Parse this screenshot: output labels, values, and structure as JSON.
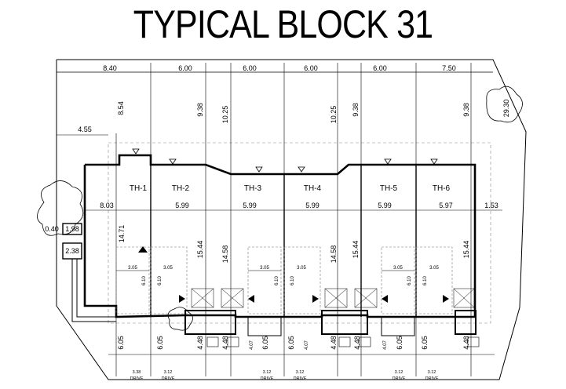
{
  "title": "TYPICAL BLOCK 31",
  "top_dimensions": [
    "8.40",
    "6.00",
    "6.00",
    "6.00",
    "6.00",
    "7.50"
  ],
  "vertical_dims_top": [
    "8.54",
    "9.38",
    "10.25",
    "10.25",
    "9.38",
    "9.38"
  ],
  "setback_left": "4.55",
  "site_dim_right": "29.30",
  "units": [
    "TH-1",
    "TH-2",
    "TH-3",
    "TH-4",
    "TH-5",
    "TH-6"
  ],
  "unit_widths": [
    "8.03",
    "5.99",
    "5.99",
    "5.99",
    "5.99",
    "5.97",
    "1.53"
  ],
  "unit_depths": [
    "14.71",
    "15.44",
    "14.58",
    "14.58",
    "15.44",
    "15.44"
  ],
  "side_dims": [
    "0.40",
    "1.98",
    "2.38"
  ],
  "parking_width": "3.05",
  "parking_depth": "6.10",
  "bottom_depths": [
    "6.05",
    "6.05",
    "4.48",
    "4.48",
    "6.05",
    "6.05",
    "4.48",
    "4.48",
    "6.05",
    "6.05",
    "4.48"
  ],
  "bottom_small": [
    "4.07",
    "4.07",
    "4.07"
  ],
  "drive_widths": [
    "3.38",
    "3.12",
    "3.12",
    "3.12",
    "3.12",
    "3.12"
  ],
  "drive_label": "DRIVE"
}
